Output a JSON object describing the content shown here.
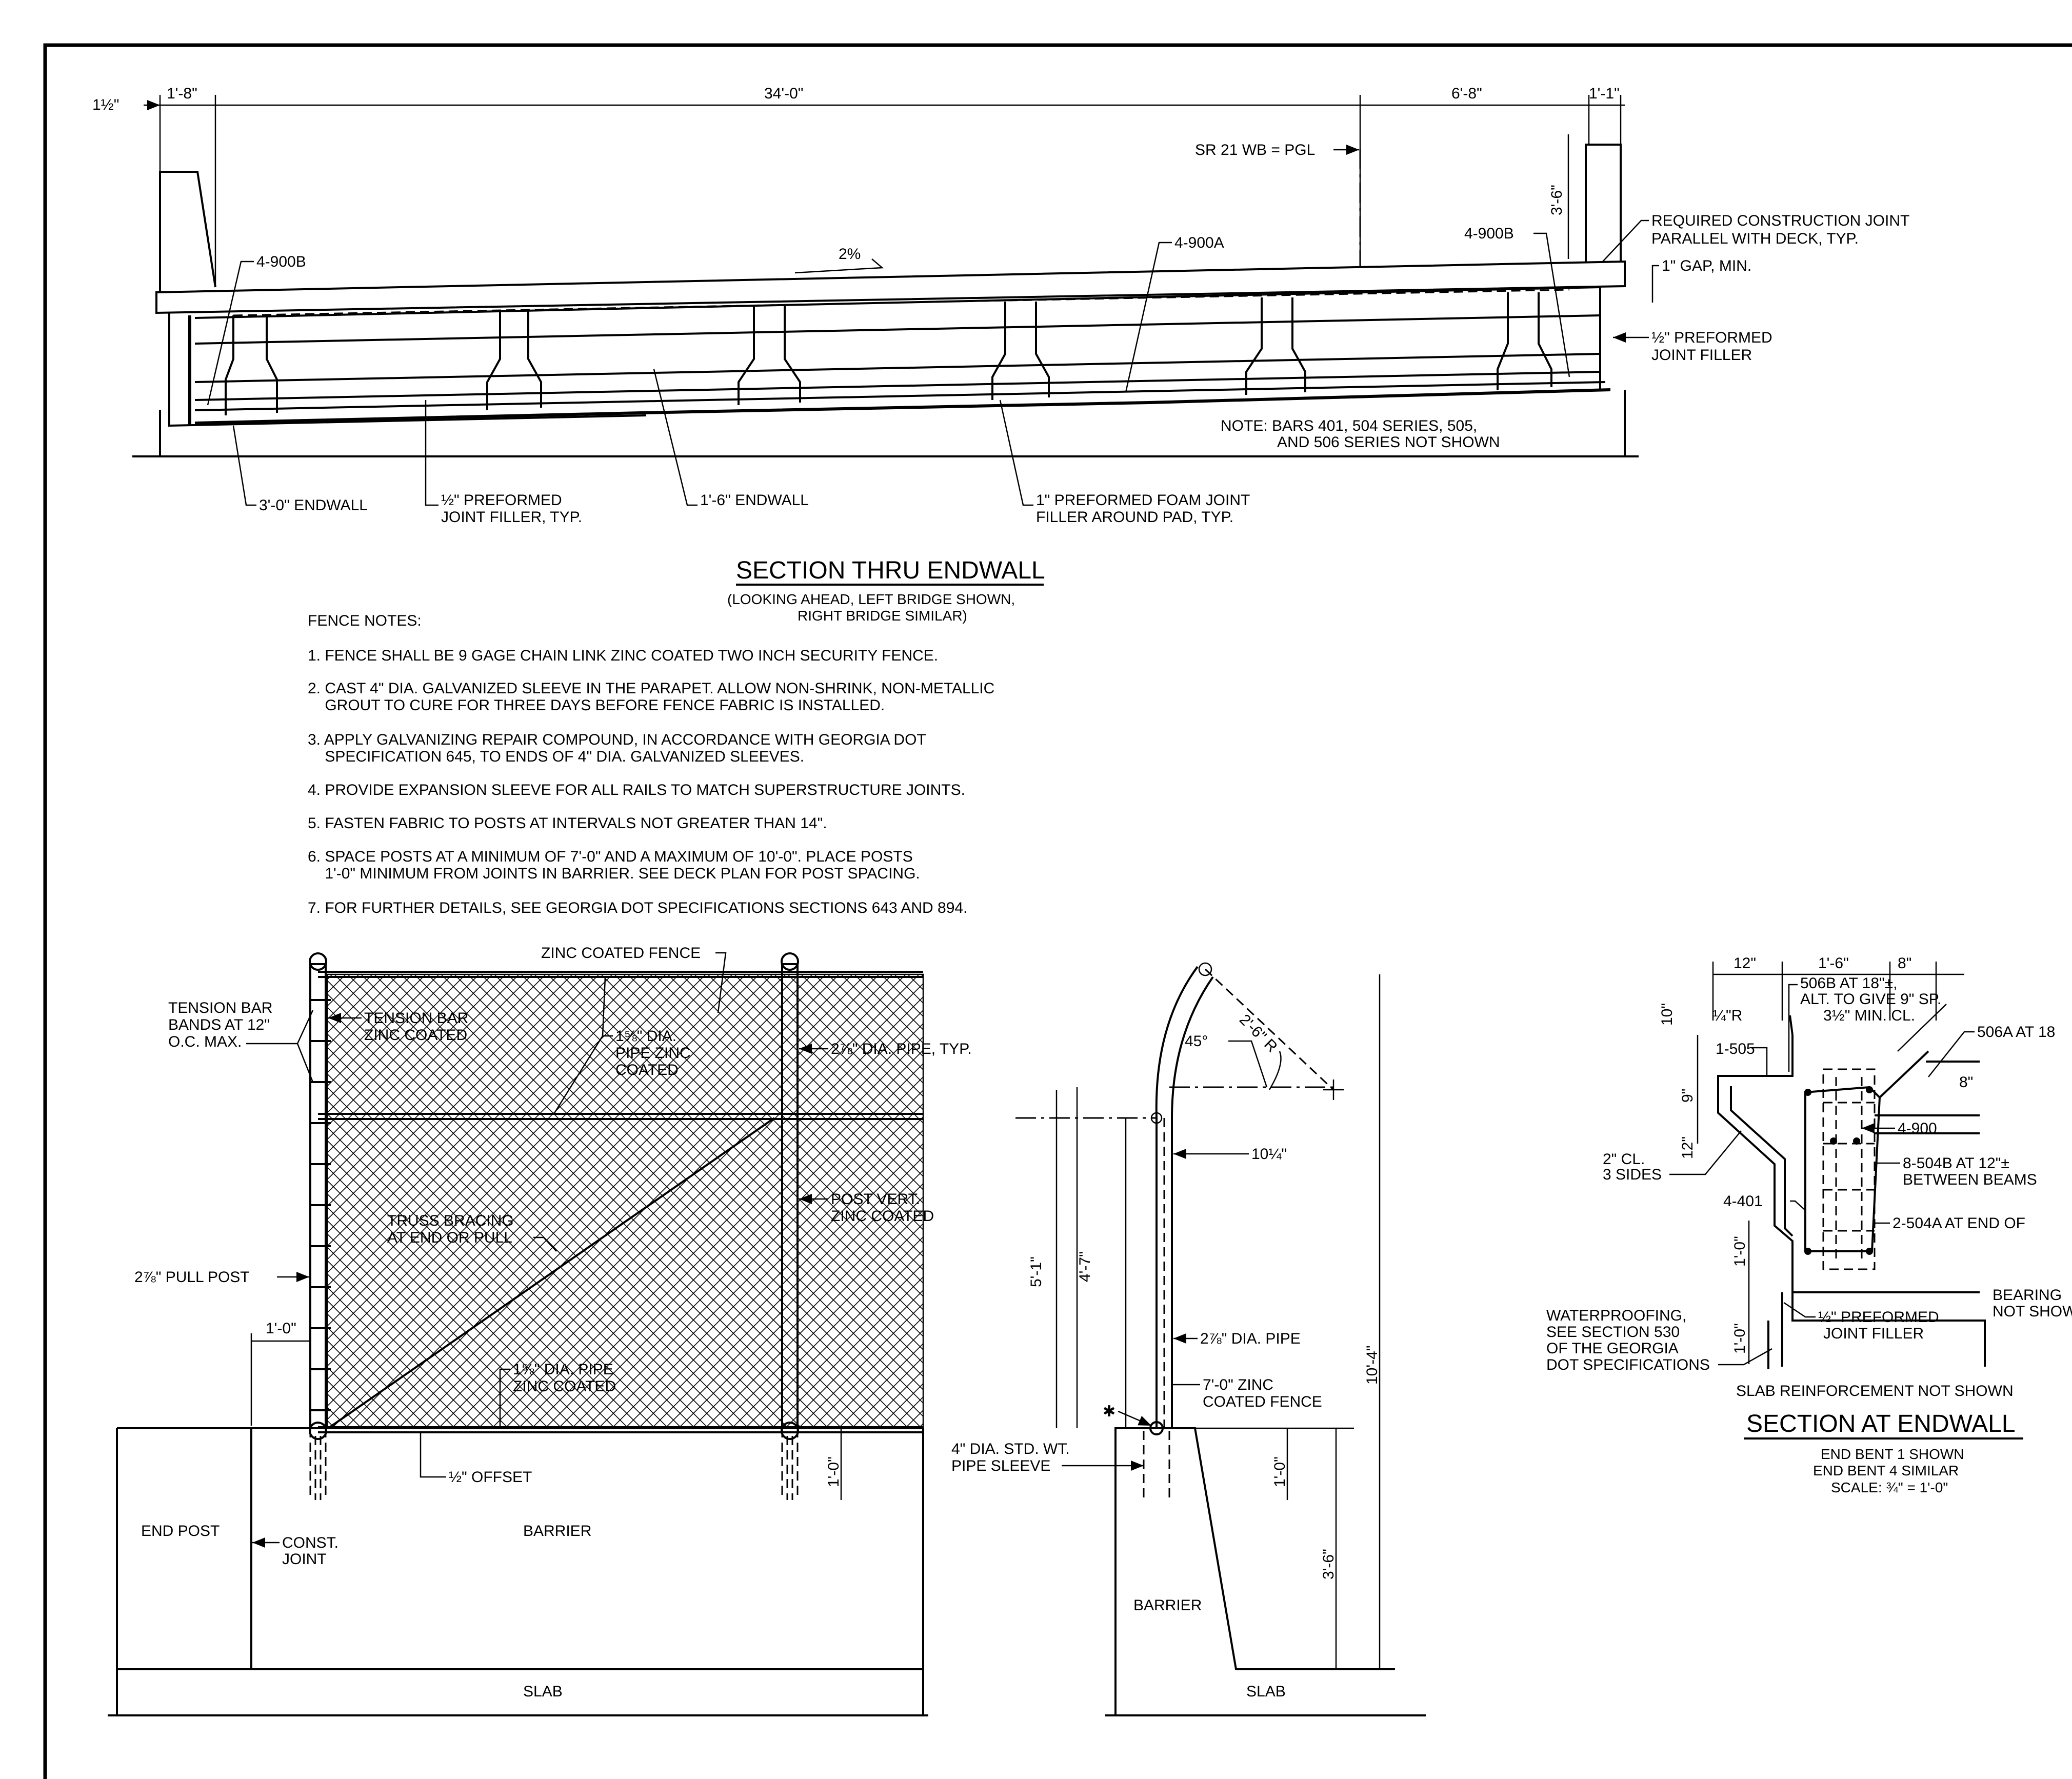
{
  "section_thru_endwall": {
    "title": "SECTION THRU ENDWALL",
    "subtitle_1": "(LOOKING AHEAD, LEFT BRIDGE SHOWN,",
    "subtitle_2": "RIGHT BRIDGE SIMILAR)",
    "dim_left": "1½\"",
    "dim_1": "1'-8\"",
    "dim_main": "34'-0\"",
    "dim_right": "6'-8\"",
    "dim_far_right": "1'-1\"",
    "dim_parapet_height": "3'-6\"",
    "pgl": "SR 21 WB = PGL",
    "slope": "2%",
    "bar_left": "4-900B",
    "bar_mid": "4-900A",
    "bar_right": "4-900B",
    "joint_note_1": "REQUIRED CONSTRUCTION JOINT",
    "joint_note_2": "PARALLEL WITH DECK, TYP.",
    "gap": "1\" GAP, MIN.",
    "filler_right_1": "½\" PREFORMED",
    "filler_right_2": "JOINT FILLER",
    "note_1": "NOTE: BARS 401, 504 SERIES, 505,",
    "note_2": "AND 506 SERIES NOT SHOWN",
    "callout_endwall_3": "3'-0\" ENDWALL",
    "callout_filler_1": "½\" PREFORMED",
    "callout_filler_2": "JOINT FILLER, TYP.",
    "callout_endwall_1_6": "1'-6\" ENDWALL",
    "callout_foam_1": "1\" PREFORMED FOAM JOINT",
    "callout_foam_2": "FILLER AROUND PAD, TYP."
  },
  "fence_notes": {
    "heading": "FENCE NOTES:",
    "items": [
      [
        "1. FENCE SHALL BE 9 GAGE CHAIN LINK ZINC COATED TWO INCH SECURITY FENCE."
      ],
      [
        "2. CAST 4\" DIA. GALVANIZED SLEEVE IN THE PARAPET. ALLOW NON-SHRINK, NON-METALLIC",
        "    GROUT TO CURE FOR THREE DAYS BEFORE FENCE FABRIC IS INSTALLED."
      ],
      [
        "3. APPLY GALVANIZING REPAIR COMPOUND, IN ACCORDANCE WITH GEORGIA DOT",
        "    SPECIFICATION 645, TO ENDS OF 4\" DIA. GALVANIZED SLEEVES."
      ],
      [
        "4. PROVIDE EXPANSION SLEEVE FOR ALL RAILS TO MATCH SUPERSTRUCTURE JOINTS."
      ],
      [
        "5. FASTEN FABRIC TO POSTS AT INTERVALS NOT GREATER THAN 14\"."
      ],
      [
        "6. SPACE POSTS AT A MINIMUM OF 7'-0\" AND A MAXIMUM OF 10'-0\". PLACE POSTS",
        "    1'-0\" MINIMUM FROM JOINTS IN BARRIER. SEE DECK PLAN FOR POST SPACING."
      ],
      [
        "7. FOR FURTHER DETAILS, SEE GEORGIA DOT SPECIFICATIONS SECTIONS 643 AND 894."
      ]
    ]
  },
  "fence_elevation": {
    "zinc_fence": "ZINC COATED FENCE",
    "tension_bar_bands_1": "TENSION BAR",
    "tension_bar_bands_2": "BANDS AT 12\"",
    "tension_bar_bands_3": "O.C. MAX.",
    "tension_bar_1": "TENSION BAR",
    "tension_bar_2": "ZINC COATED",
    "pipe_top_1": "1⅝\" DIA.",
    "pipe_top_2": "PIPE ZINC",
    "pipe_top_3": "COATED",
    "pipe_typ": "2⅞\" DIA. PIPE, TYP.",
    "truss_1": "TRUSS BRACING",
    "truss_2": "AT END OR PULL",
    "post_vert_1": "POST VERT.",
    "post_vert_2": "ZINC COATED",
    "pull_post": "2⅞\" PULL POST",
    "dim_1_0": "1'-0\"",
    "pipe_bot_1": "1⅝\" DIA. PIPE",
    "pipe_bot_2": "ZINC COATED",
    "offset": "½\" OFFSET",
    "dim_1_0_right": "1'-0\"",
    "end_post": "END POST",
    "const_joint_1": "CONST.",
    "const_joint_2": "JOINT",
    "barrier": "BARRIER",
    "slab": "SLAB"
  },
  "fence_section": {
    "radius": "2'-6\" R",
    "angle": "45°",
    "dim_10_25": "10¼\"",
    "dim_5_1": "5'-1\"",
    "dim_4_7": "4'-7\"",
    "dim_10_4": "10'-4\"",
    "pipe": "2⅞\" DIA. PIPE",
    "fence_1": "7'-0\" ZINC",
    "fence_2": "COATED FENCE",
    "star": "✱",
    "sleeve_1": "4\" DIA. STD. WT.",
    "sleeve_2": "PIPE SLEEVE",
    "dim_1_0": "1'-0\"",
    "dim_3_6": "3'-6\"",
    "barrier": "BARRIER",
    "slab": "SLAB"
  },
  "section_at_endwall": {
    "title": "SECTION AT ENDWALL",
    "sub_1": "END BENT 1 SHOWN",
    "sub_2": "END BENT 4 SIMILAR",
    "sub_3": "SCALE: ¾\" = 1'-0\"",
    "dim_12": "12\"",
    "dim_1_6": "1'-6\"",
    "dim_8": "8\"",
    "bar_506b_1": "506B AT 18\"±,",
    "bar_506b_2": "ALT. TO GIVE 9\" SP.",
    "min_cl": "3½\" MIN. CL.",
    "radius": "¼\"R",
    "bar_506a": "506A AT 18",
    "dim_10": "10\"",
    "bar_505": "1-505",
    "dim_8b": "8\"",
    "dim_9": "9\"",
    "bar_900": "4-900",
    "cl_1": "2\" CL.",
    "cl_2": "3 SIDES",
    "dim_12b": "12\"",
    "bar_504b_1": "8-504B AT 12\"±",
    "bar_504b_2": "BETWEEN BEAMS",
    "bar_401": "4-401",
    "bar_504a": "2-504A AT END OF",
    "dim_1_0a": "1'-0\"",
    "dim_1_0b": "1'-0\"",
    "bearing_1": "BEARING",
    "bearing_2": "NOT SHOW",
    "wp_1": "WATERPROOFING,",
    "wp_2": "SEE SECTION 530",
    "wp_3": "OF THE GEORGIA",
    "wp_4": "DOT SPECIFICATIONS",
    "filler_1": "½\" PREFORMED",
    "filler_2": "JOINT FILLER",
    "slab_note": "SLAB REINFORCEMENT NOT SHOWN"
  }
}
